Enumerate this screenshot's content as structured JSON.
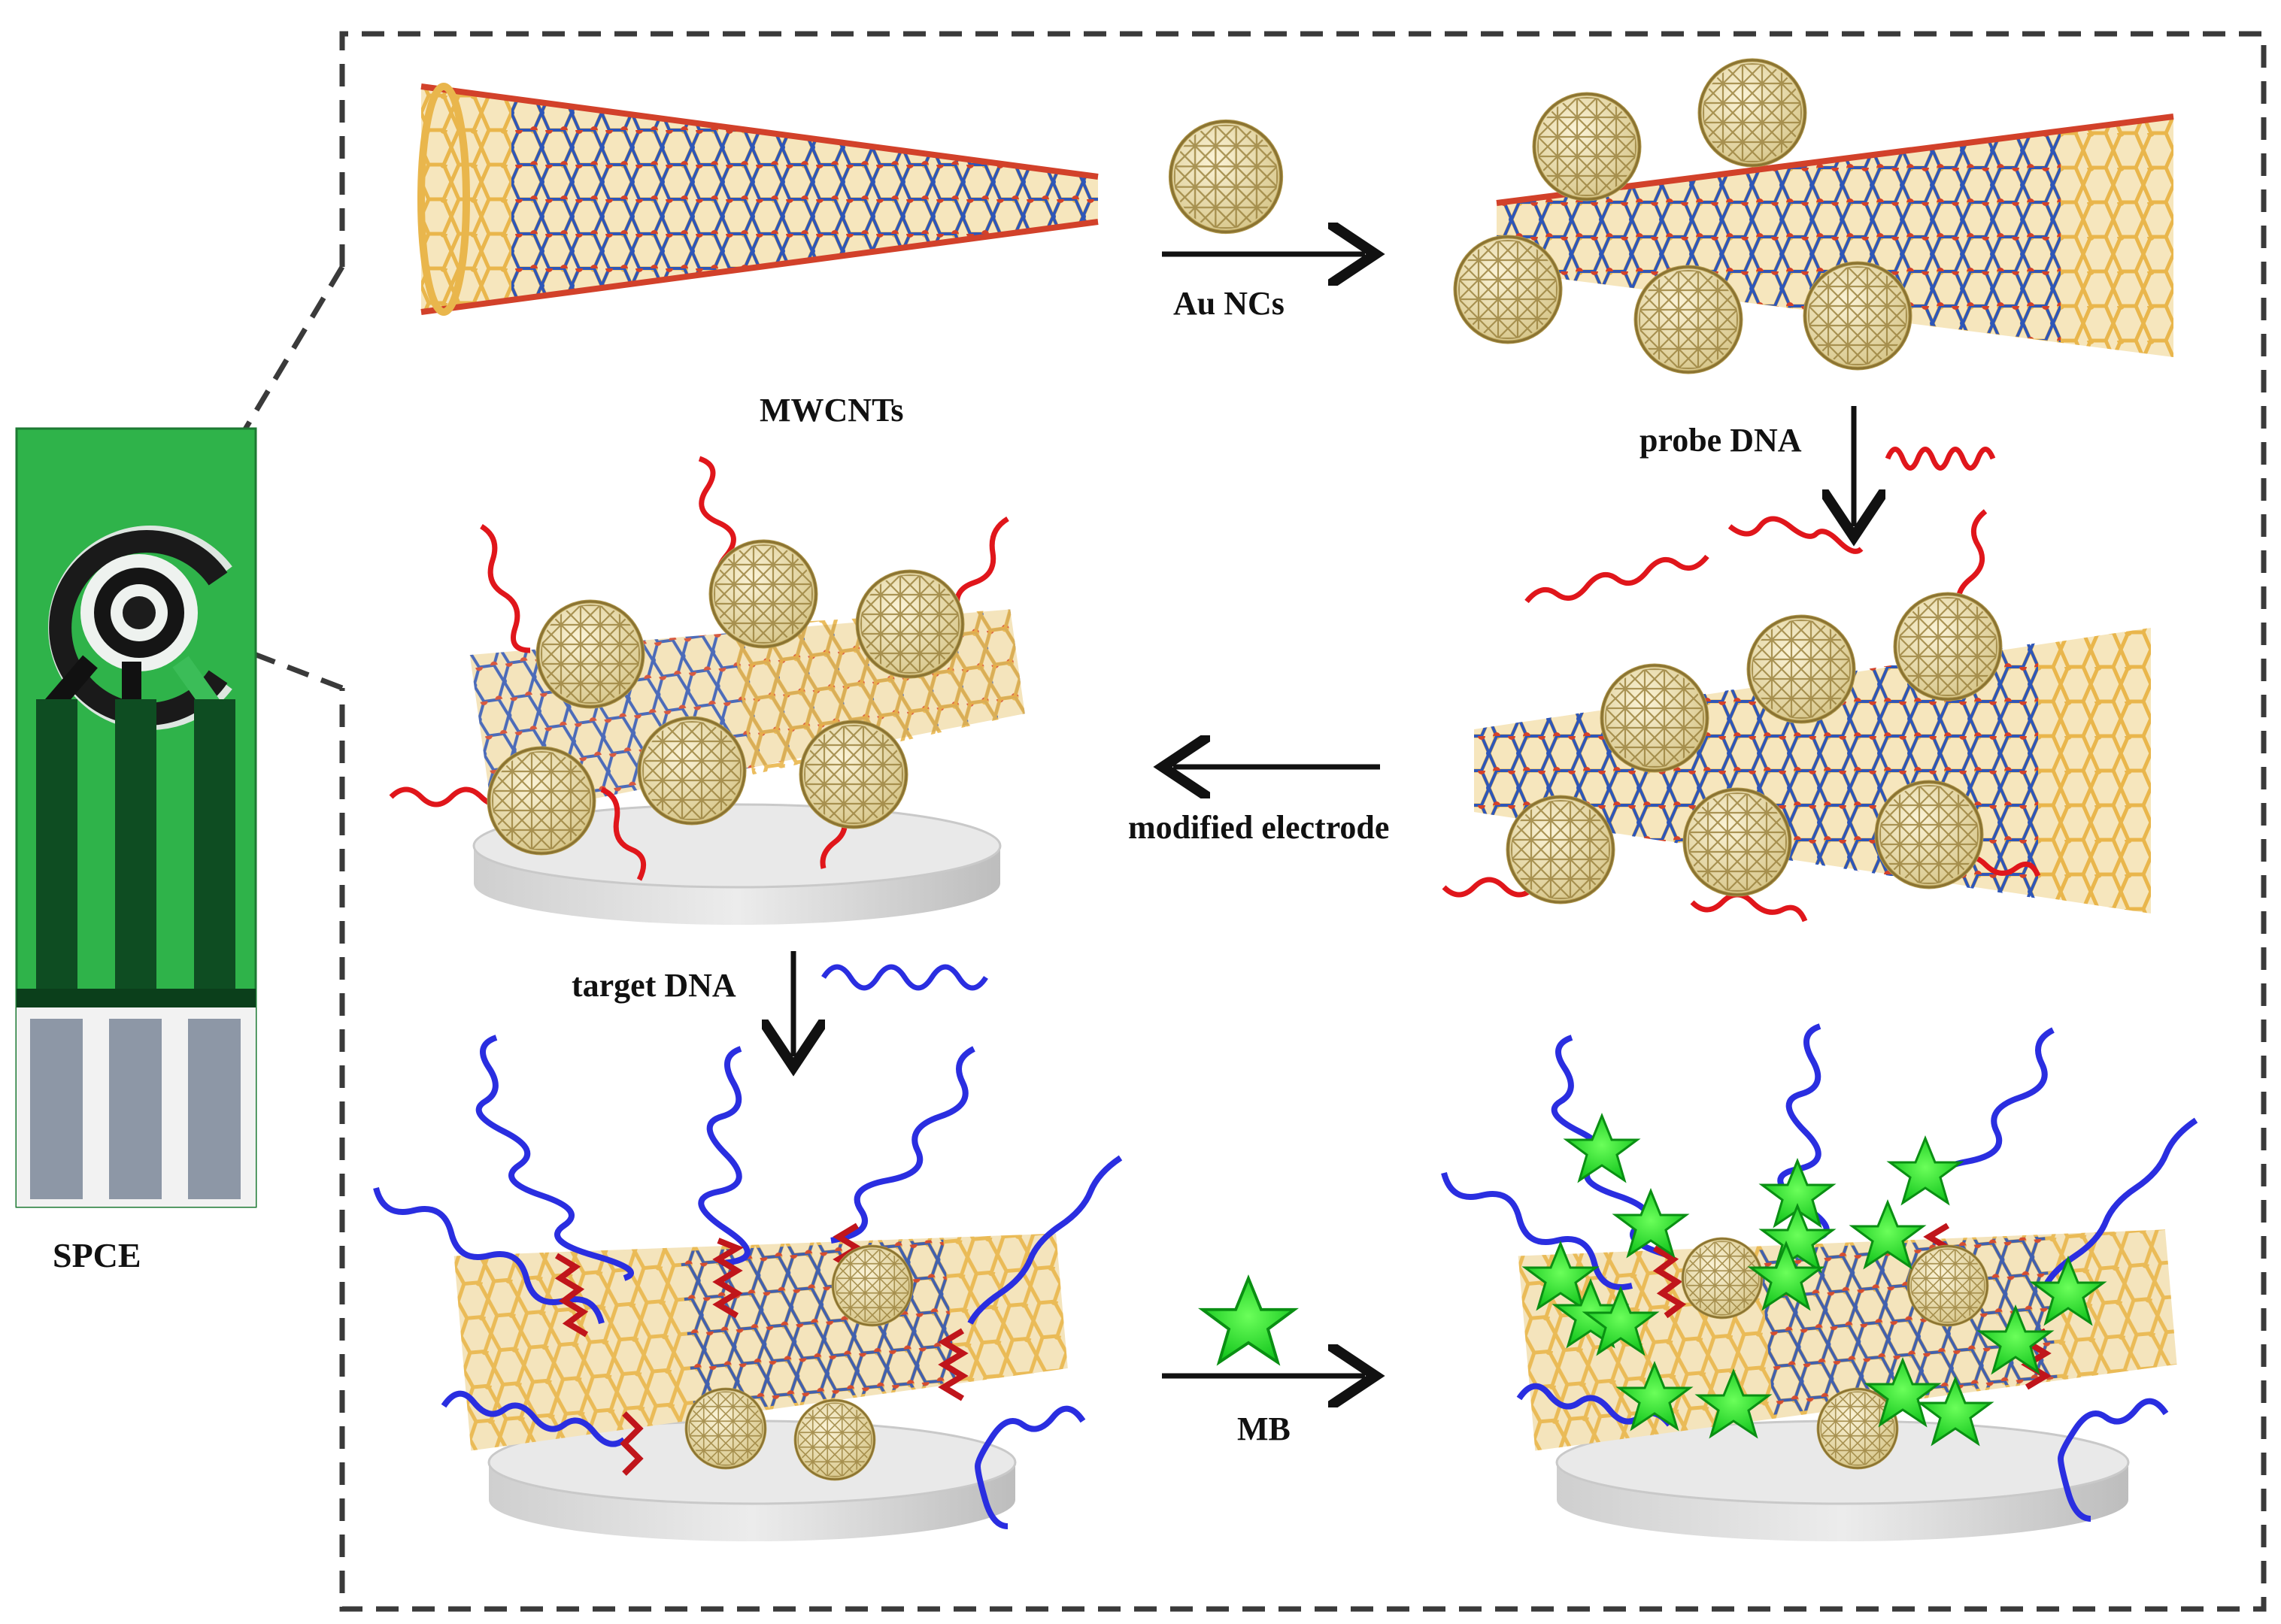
{
  "labels": {
    "spce": "SPCE",
    "mwcnts": "MWCNTs",
    "au_ncs": "Au NCs",
    "probe_dna": "probe DNA",
    "modified_electrode": "modified electrode",
    "target_dna": "target DNA",
    "mb": "MB"
  },
  "colors": {
    "frame": "#3a3a3a",
    "board_green": "#2fb34a",
    "board_dark_track": "#0e4d22",
    "nanotube_gold": "#e9b64c",
    "nanotube_blue": "#2e56b8",
    "nanotube_red": "#d2412a",
    "au_cluster": "#d9c47a",
    "probe_dna": "#e0161b",
    "target_dna": "#2a2ee0",
    "mb_star": "#22e022",
    "electrode_disk": "#d8d8d8",
    "arrow": "#111111"
  },
  "icons": {
    "electrode": "screen-printed-carbon-electrode",
    "nanotube": "carbon-nanotube-icon",
    "cluster": "gold-nanocluster-icon",
    "dna": "dna-strand-icon",
    "star": "methylene-blue-star-icon"
  }
}
